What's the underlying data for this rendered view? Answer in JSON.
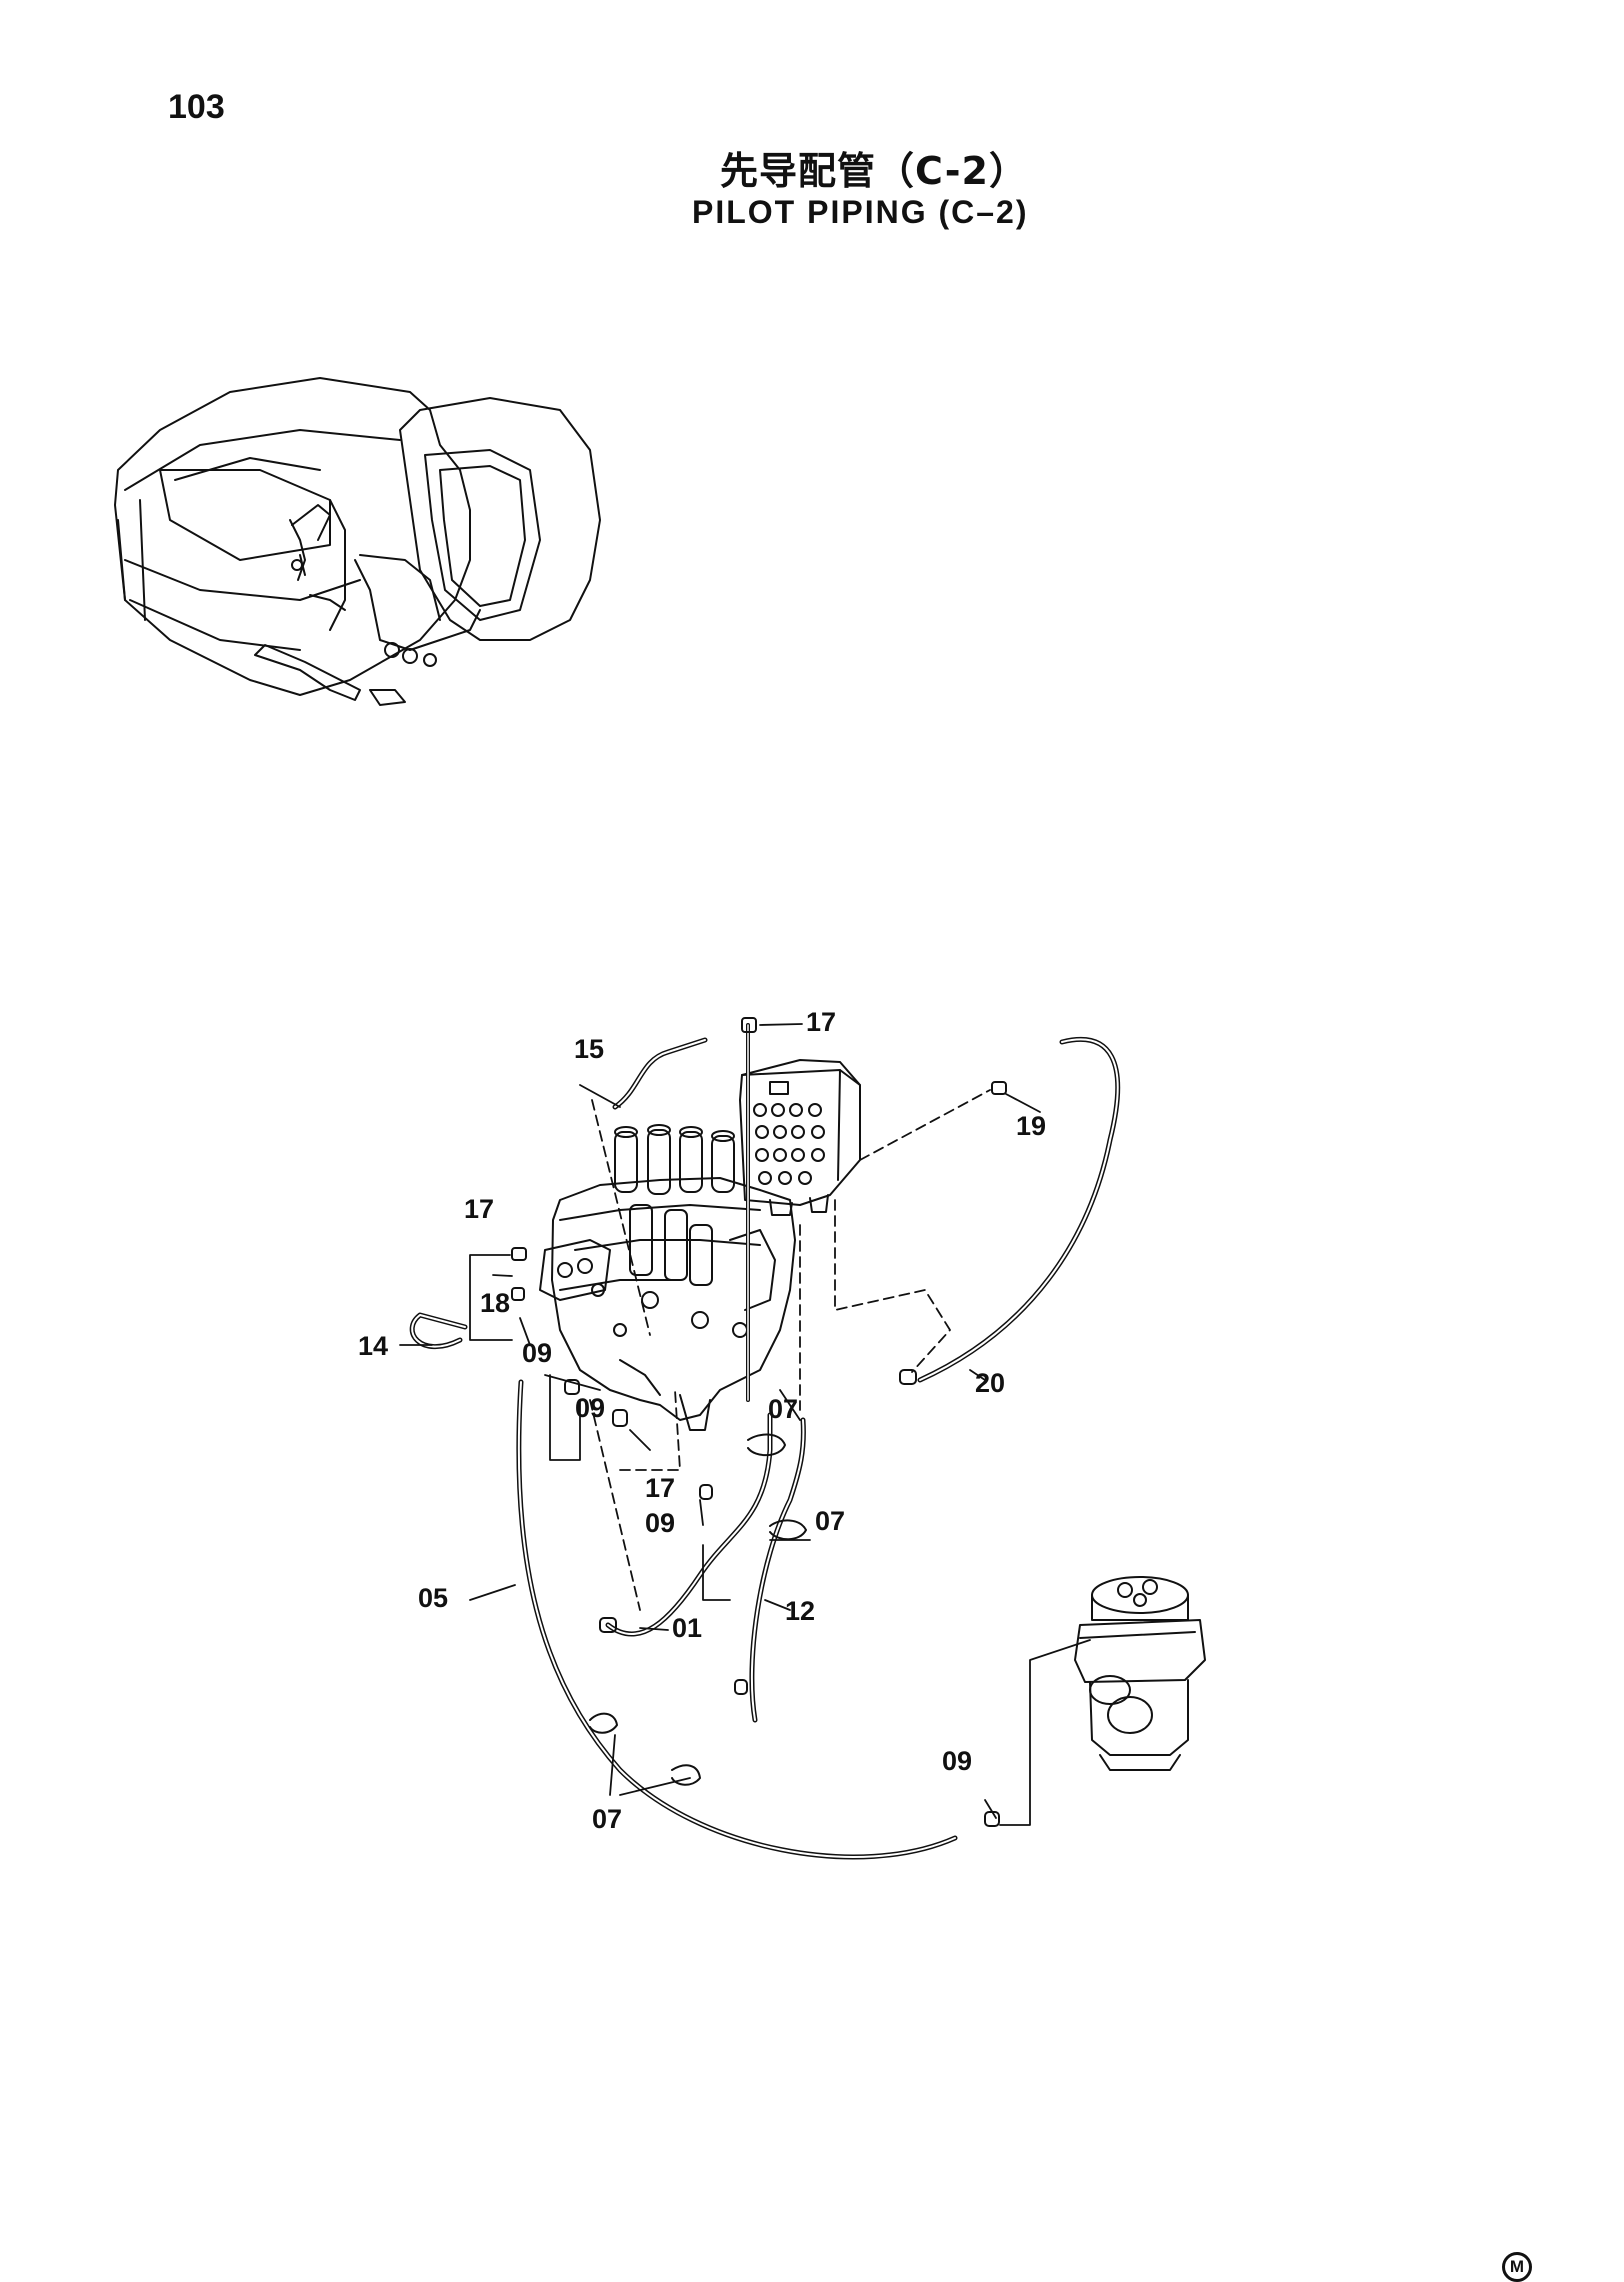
{
  "page_number": "103",
  "title_cn": "先导配管（C-2）",
  "title_en": "PILOT PIPING (C–2)",
  "corner_mark": "M",
  "callouts": {
    "c01": "01",
    "c05": "05",
    "c07a": "07",
    "c07b": "07",
    "c07c": "07",
    "c09a": "09",
    "c09b": "09",
    "c09c": "09",
    "c09d": "09",
    "c12": "12",
    "c14": "14",
    "c15": "15",
    "c17a": "17",
    "c17b": "17",
    "c17c": "17",
    "c18": "18",
    "c19": "19",
    "c20": "20"
  }
}
